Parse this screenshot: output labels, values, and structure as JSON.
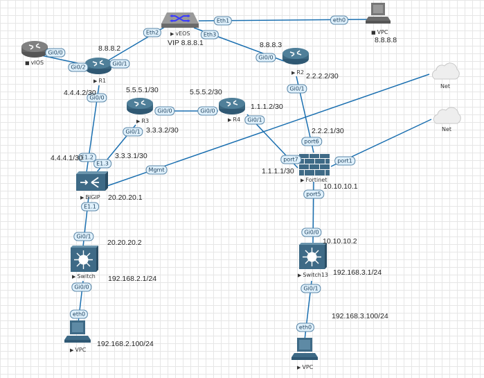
{
  "topology": {
    "nodes": [
      {
        "id": "vios",
        "label": "vIOS",
        "state": "stopped",
        "type": "router-gray"
      },
      {
        "id": "r1",
        "label": "R1",
        "state": "running",
        "type": "router"
      },
      {
        "id": "veos",
        "label": "vEOS",
        "state": "running",
        "type": "l3-switch-gray"
      },
      {
        "id": "vpc_top",
        "label": "VPC",
        "state": "stopped",
        "type": "pc-gray"
      },
      {
        "id": "r2",
        "label": "R2",
        "state": "running",
        "type": "router"
      },
      {
        "id": "r3",
        "label": "R3",
        "state": "running",
        "type": "router"
      },
      {
        "id": "r4",
        "label": "R4",
        "state": "running",
        "type": "router"
      },
      {
        "id": "bigip",
        "label": "BIGIP",
        "state": "running",
        "type": "load-balancer"
      },
      {
        "id": "fortinet",
        "label": "Fortinet",
        "state": "running",
        "type": "firewall"
      },
      {
        "id": "net1",
        "label": "Net",
        "state": "cloud",
        "type": "cloud"
      },
      {
        "id": "net2",
        "label": "Net",
        "state": "cloud",
        "type": "cloud"
      },
      {
        "id": "switch",
        "label": "Switch",
        "state": "running",
        "type": "multilayer-switch"
      },
      {
        "id": "switch13",
        "label": "Switch13",
        "state": "running",
        "type": "multilayer-switch"
      },
      {
        "id": "vpc_left",
        "label": "VPC",
        "state": "running",
        "type": "pc"
      },
      {
        "id": "vpc_right",
        "label": "VPC",
        "state": "running",
        "type": "pc"
      }
    ],
    "state_glyphs": {
      "running": "▶",
      "stopped": "■"
    },
    "ports": {
      "vios_gi00": "Gi0/0",
      "r1_gi02": "Gi0/2",
      "r1_gi01": "Gi0/1",
      "r1_gi00": "Gi0/0",
      "veos_eth2": "Eth2",
      "veos_eth1": "Eth1",
      "veos_eth3": "Eth3",
      "vpc_top_eth0": "eth0",
      "r2_gi00": "Gi0/0",
      "r2_gi01": "Gi0/1",
      "r3_gi00": "Gi0/0",
      "r3_gi01": "Gi0/1",
      "r4_gi00": "Gi0/0",
      "r4_gi01": "Gi0/1",
      "bigip_e12": "E1.2",
      "bigip_e13": "E1.3",
      "bigip_e11": "E1.1",
      "bigip_mgmt": "Mgmt",
      "fortinet_port6": "port6",
      "fortinet_port7": "port7",
      "fortinet_port1": "port1",
      "fortinet_port5": "port5",
      "switch_gi01": "Gi0/1",
      "switch_gi00": "Gi0/0",
      "vpc_left_eth0": "eth0",
      "switch13_gi00": "Gi0/0",
      "switch13_gi01": "Gi0/1",
      "vpc_right_eth0": "eth0"
    },
    "addresses": {
      "r1_wan": "8.8.8.2",
      "veos_vip": "VIP 8.8.8.1",
      "vpc_top_ip": "8.8.8.8",
      "r2_wan": "8.8.8.3",
      "r2_gi01": "2.2.2.2/30",
      "r1_gi00": "4.4.4.2/30",
      "r3_gi00": "5.5.5.1/30",
      "r4_gi00": "5.5.5.2/30",
      "r4_gi01": "1.1.1.2/30",
      "r3_gi01": "3.3.3.2/30",
      "bigip_e12": "4.4.4.1/30",
      "bigip_e13": "3.3.3.1/30",
      "fortinet_port6": "2.2.2.1/30",
      "fortinet_port7": "1.1.1.1/30",
      "bigip_e11": "20.20.20.1",
      "fortinet_port5": "10.10.10.1",
      "switch_gi01": "20.20.20.2",
      "switch13_gi00": "10.10.10.2",
      "switch_vlan": "192.168.2.1/24",
      "switch13_vlan": "192.168.3.1/24",
      "vpc_right_ip": "192.168.3.100/24",
      "vpc_left_ip": "192.168.2.100/24"
    },
    "colors": {
      "link": "#1a6fb0",
      "device": "#3e6a86",
      "device_gray": "#6f6f6f"
    }
  }
}
